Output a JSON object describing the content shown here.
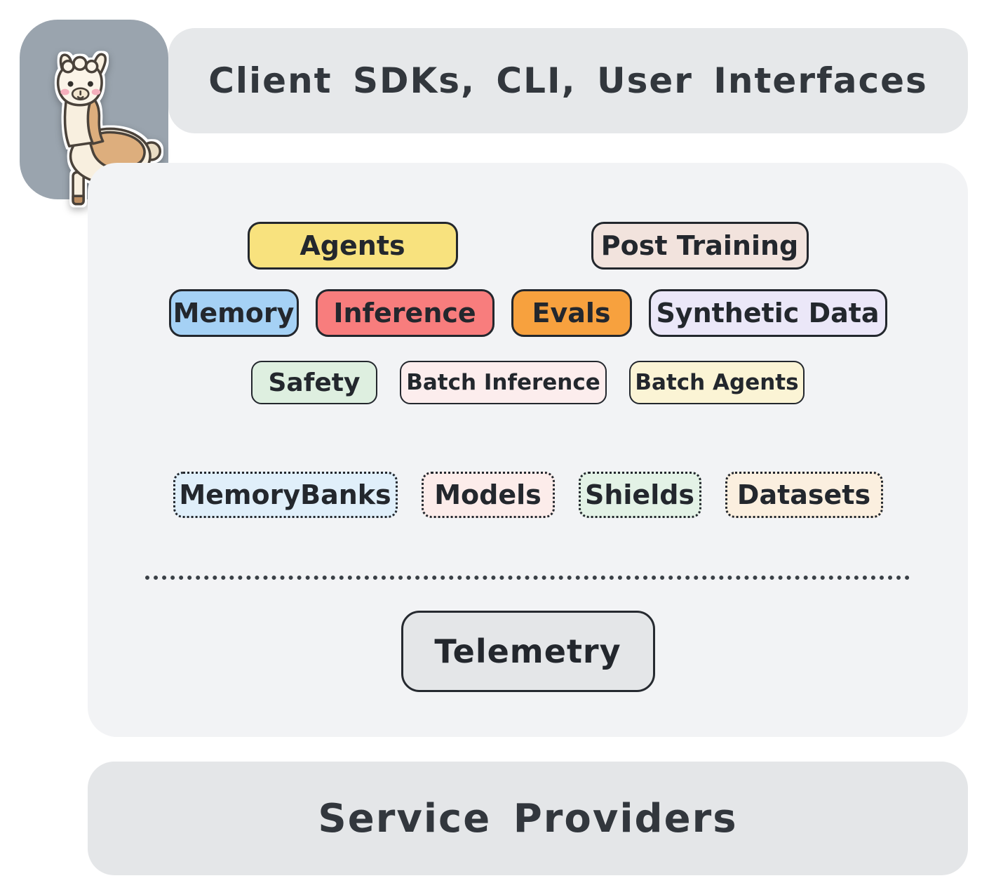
{
  "header": {
    "title": "Client SDKs, CLI, User Interfaces"
  },
  "logo": {
    "icon": "llama-mascot-icon"
  },
  "boxes": {
    "row1": [
      {
        "label": "Agents",
        "bg": "#F8E27E"
      },
      {
        "label": "Post Training",
        "bg": "#F2E3DD"
      }
    ],
    "row2": [
      {
        "label": "Memory",
        "bg": "#A5D1F5"
      },
      {
        "label": "Inference",
        "bg": "#F87D7D"
      },
      {
        "label": "Evals",
        "bg": "#F7A13E"
      },
      {
        "label": "Synthetic Data",
        "bg": "#EBE7F8"
      }
    ],
    "row3": [
      {
        "label": "Safety",
        "bg": "#DEEFE0"
      },
      {
        "label": "Batch Inference",
        "bg": "#FCEDED"
      },
      {
        "label": "Batch Agents",
        "bg": "#FBF4D5"
      }
    ],
    "resources": [
      {
        "label": "MemoryBanks",
        "bg": "#E0EFFA"
      },
      {
        "label": "Models",
        "bg": "#FCECEA"
      },
      {
        "label": "Shields",
        "bg": "#E3F2E6"
      },
      {
        "label": "Datasets",
        "bg": "#FBEFDF"
      }
    ]
  },
  "telemetry": {
    "label": "Telemetry",
    "bg": "#E4E6E8"
  },
  "footer": {
    "title": "Service Providers"
  },
  "colors": {
    "outline": "#23272D",
    "panel": "#F2F3F5",
    "top_banner": "#E6E8EA",
    "bottom_banner": "#E4E6E8",
    "logo_tile": "#9AA4AE"
  }
}
